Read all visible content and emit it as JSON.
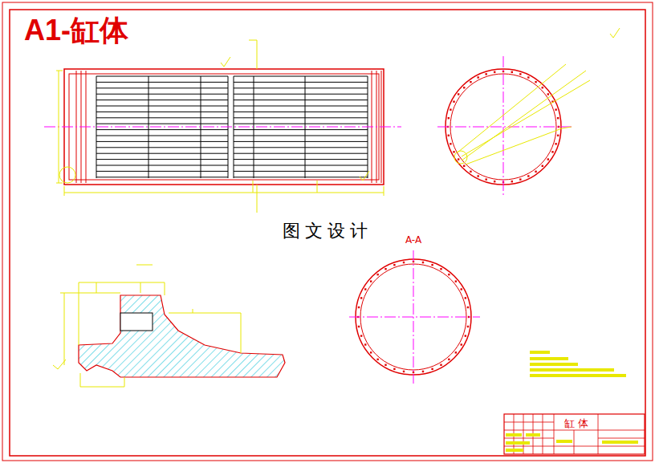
{
  "diagram": {
    "title": "A1-缸体",
    "labels": [
      "图文设计",
      "A-A",
      "缸 体"
    ]
  }
}
